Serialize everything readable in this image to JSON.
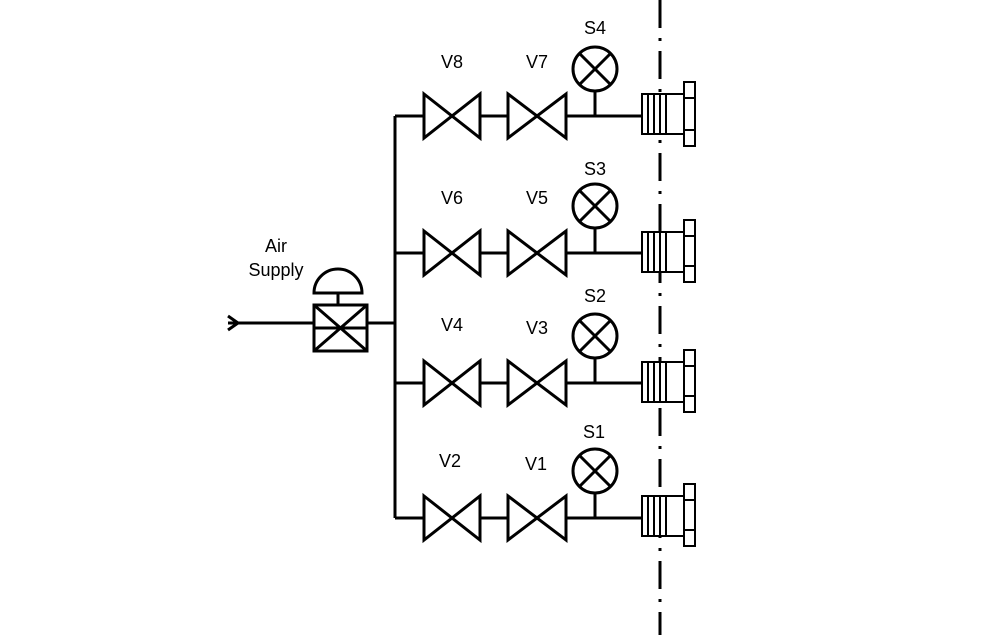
{
  "supply": {
    "label_line1": "Air",
    "label_line2": "Supply"
  },
  "branches": [
    {
      "valve_a": "V8",
      "valve_b": "V7",
      "sensor": "S4"
    },
    {
      "valve_a": "V6",
      "valve_b": "V5",
      "sensor": "S3"
    },
    {
      "valve_a": "V4",
      "valve_b": "V3",
      "sensor": "S2"
    },
    {
      "valve_a": "V2",
      "valve_b": "V1",
      "sensor": "S1"
    }
  ]
}
